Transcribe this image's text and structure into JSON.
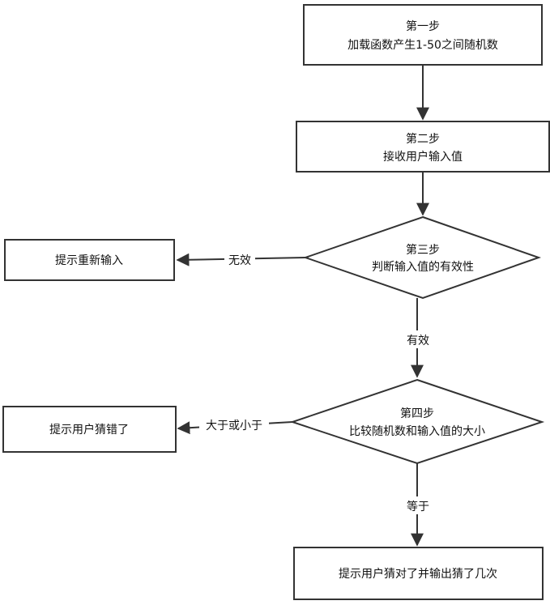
{
  "nodes": {
    "step1": {
      "line1": "第一步",
      "line2": "加载函数产生1-50之间随机数"
    },
    "step2": {
      "line1": "第二步",
      "line2": "接收用户输入值"
    },
    "step3": {
      "line1": "第三步",
      "line2": "判断输入值的有效性"
    },
    "reenter": {
      "label": "提示重新输入"
    },
    "step4": {
      "line1": "第四步",
      "line2": "比较随机数和输入值的大小"
    },
    "wrong": {
      "label": "提示用户猜错了"
    },
    "final": {
      "label": "提示用户猜对了并输出猜了几次"
    }
  },
  "edges": {
    "invalid": "无效",
    "valid": "有效",
    "greater_or_less": "大于或小于",
    "equal": "等于"
  },
  "colors": {
    "stroke": "#333333",
    "background": "#ffffff",
    "text": "#111111"
  }
}
